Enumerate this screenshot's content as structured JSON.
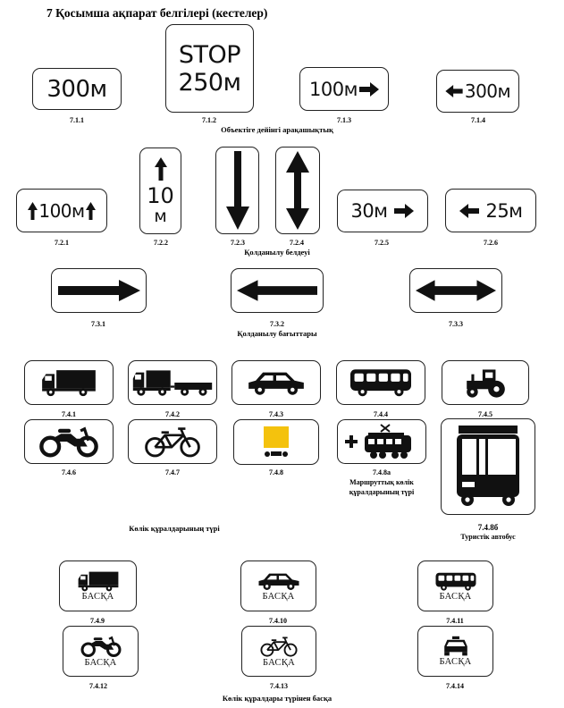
{
  "title": "7 Қосымша ақпарат белгілері (кестелер)",
  "captions": {
    "distance": "Объектіге дейінгі арақашықтық",
    "zone": "Қолданылу белдеуі",
    "direction": "Қолданылу бағыттары",
    "vehicle_type": "Көлік құралдарының түрі",
    "other_vehicles": "Көлік құралдары түрінен басқа"
  },
  "signs": {
    "s711": {
      "number": "7.1.1",
      "text": "300м"
    },
    "s712": {
      "number": "7.1.2",
      "line1": "STOP",
      "line2": "250м"
    },
    "s713": {
      "number": "7.1.3",
      "text": "100м"
    },
    "s714": {
      "number": "7.1.4",
      "text": "300м"
    },
    "s721": {
      "number": "7.2.1",
      "text": "100м"
    },
    "s722": {
      "number": "7.2.2",
      "line1": "10",
      "line2": "м"
    },
    "s723": {
      "number": "7.2.3"
    },
    "s724": {
      "number": "7.2.4"
    },
    "s725": {
      "number": "7.2.5",
      "text": "30м"
    },
    "s726": {
      "number": "7.2.6",
      "text": "25м"
    },
    "s731": {
      "number": "7.3.1"
    },
    "s732": {
      "number": "7.3.2"
    },
    "s733": {
      "number": "7.3.3"
    },
    "s741": {
      "number": "7.4.1"
    },
    "s742": {
      "number": "7.4.2"
    },
    "s743": {
      "number": "7.4.3"
    },
    "s744": {
      "number": "7.4.4"
    },
    "s745": {
      "number": "7.4.5"
    },
    "s746": {
      "number": "7.4.6"
    },
    "s747": {
      "number": "7.4.7"
    },
    "s748": {
      "number": "7.4.8"
    },
    "s748a": {
      "number": "7.4.8а",
      "caption_line1": "Маршруттық көлік",
      "caption_line2": "құралдарының түрі"
    },
    "s748b": {
      "number": "7.4.8б",
      "caption": "Туристік автобус"
    },
    "s749": {
      "number": "7.4.9",
      "text": "БАСҚА"
    },
    "s7410": {
      "number": "7.4.10",
      "text": "БАСҚА"
    },
    "s7411": {
      "number": "7.4.11",
      "text": "БАСҚА"
    },
    "s7412": {
      "number": "7.4.12",
      "text": "БАСҚА"
    },
    "s7413": {
      "number": "7.4.13",
      "text": "БАСҚА"
    },
    "s7414": {
      "number": "7.4.14",
      "text": "БАСҚА"
    }
  },
  "colors": {
    "plate_yellow": "#f4c20d",
    "sign_border": "#222222"
  }
}
